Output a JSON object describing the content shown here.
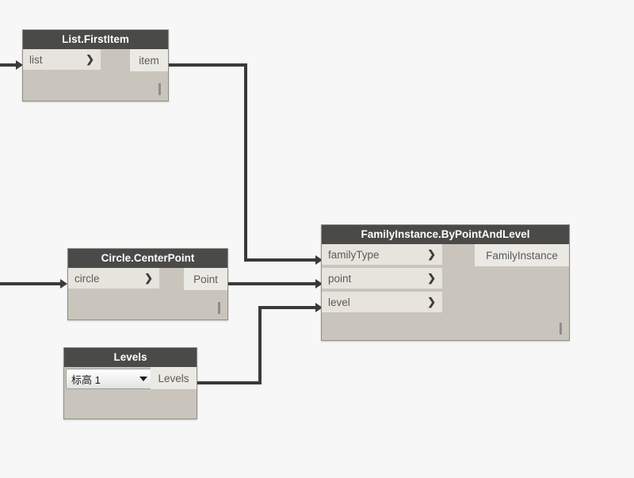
{
  "canvas": {
    "background_color": "#f7f7f7",
    "wire_color": "#3a3a38",
    "node_header_color": "#4a4a48",
    "node_body_color": "#c9c5bc",
    "port_color": "#e7e4de"
  },
  "nodes": [
    {
      "id": "list-first-item",
      "title": "List.FirstItem",
      "inputs": [
        {
          "label": "list",
          "chevron": "❯"
        }
      ],
      "outputs": [
        {
          "label": "item"
        }
      ],
      "lacing_indicator": true
    },
    {
      "id": "circle-center-point",
      "title": "Circle.CenterPoint",
      "inputs": [
        {
          "label": "circle",
          "chevron": "❯"
        }
      ],
      "outputs": [
        {
          "label": "Point"
        }
      ],
      "lacing_indicator": true
    },
    {
      "id": "family-instance-by-point-and-level",
      "title": "FamilyInstance.ByPointAndLevel",
      "inputs": [
        {
          "label": "familyType",
          "chevron": "❯"
        },
        {
          "label": "point",
          "chevron": "❯"
        },
        {
          "label": "level",
          "chevron": "❯"
        }
      ],
      "outputs": [
        {
          "label": "FamilyInstance"
        }
      ],
      "lacing_indicator": true
    },
    {
      "id": "levels",
      "title": "Levels",
      "dropdown": {
        "value": "标高 1"
      },
      "inputs": [],
      "outputs": [
        {
          "label": "Levels"
        }
      ],
      "lacing_indicator": false
    }
  ],
  "wires": [
    {
      "from": "offscreen-left",
      "to": "list-first-item.list"
    },
    {
      "from": "offscreen-left",
      "to": "circle-center-point.circle"
    },
    {
      "from": "list-first-item.item",
      "to": "family-instance-by-point-and-level.familyType"
    },
    {
      "from": "circle-center-point.Point",
      "to": "family-instance-by-point-and-level.point"
    },
    {
      "from": "levels.Levels",
      "to": "family-instance-by-point-and-level.level"
    }
  ]
}
